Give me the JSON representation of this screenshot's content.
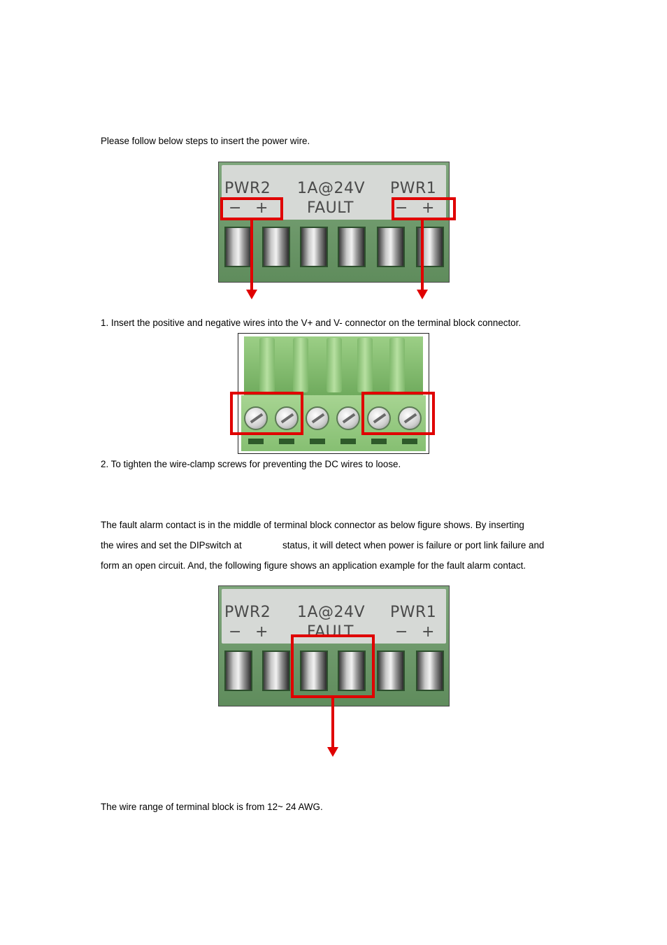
{
  "intro": "Please follow below steps to insert the power wire.",
  "figure1": {
    "labels": {
      "pwr2": "PWR2",
      "rating": "1A@24V",
      "pwr1": "PWR1",
      "fault": "FAULT",
      "minus": "−",
      "plus": "+"
    }
  },
  "step1": "1. Insert the positive and negative wires into the V+ and V- connector on the terminal block connector.",
  "step2": "2. To tighten the wire-clamp screws for preventing the DC wires to loose.",
  "fault_para": {
    "line1": "The fault alarm contact is in the middle of terminal block connector as below figure shows. By inserting",
    "line2a": "the wires and set the DIPswitch at",
    "line2b": "status, it will detect when power is failure or port link failure and",
    "line3": "form an open circuit. And, the following figure shows an application example for the fault alarm contact."
  },
  "figure3": {
    "labels": {
      "pwr2": "PWR2",
      "rating": "1A@24V",
      "pwr1": "PWR1",
      "fault": "FAULT",
      "minus": "−",
      "plus": "+"
    }
  },
  "wire_range": "The wire range of terminal block is from 12~ 24 AWG.",
  "colors": {
    "highlight": "#e00000",
    "block_green": "#6e9a6b"
  }
}
